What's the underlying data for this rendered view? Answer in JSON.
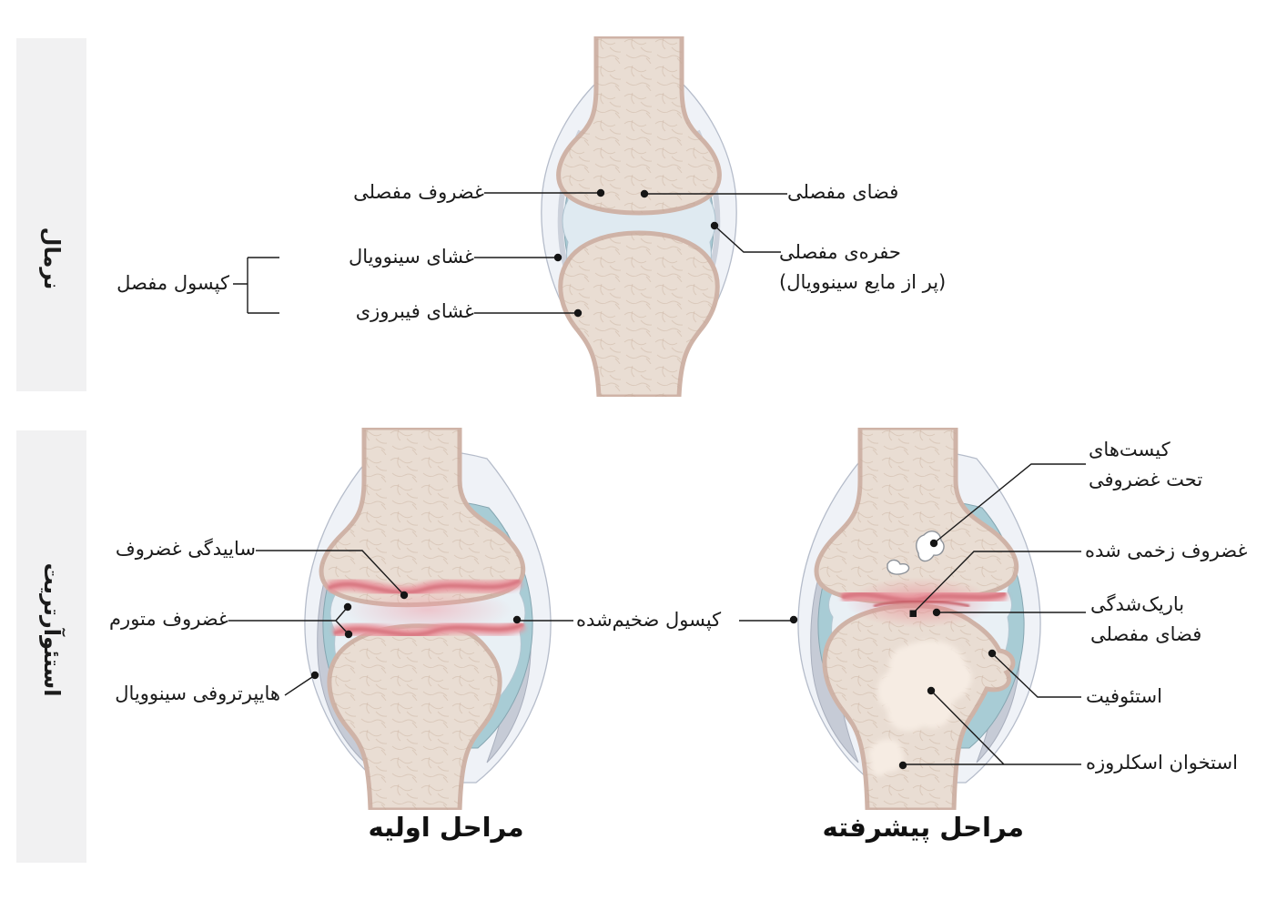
{
  "sidebar": {
    "normal_label": "نرمال",
    "oa_label": "استئوآرتریت"
  },
  "normal_section": {
    "labels": {
      "articular_cartilage": "غضروف مفصلی",
      "synovial_membrane": "غشای سینوویال",
      "fibrous_membrane": "غشای فیبروزی",
      "joint_capsule": "کپسول مفصل",
      "joint_space": "فضای مفصلی",
      "joint_cavity_line1": "حفره‌ی مفصلی",
      "joint_cavity_line2": "(پر از مایع سینوویال)"
    }
  },
  "oa_section": {
    "early": {
      "labels": {
        "cartilage_wear": "ساییدگی غضروف",
        "swollen_cartilage": "غضروف متورم",
        "synovial_hypertrophy": "هایپرتروفی سینوویال"
      },
      "caption": "مراحل اولیه"
    },
    "shared": {
      "thickened_capsule": "کپسول ضخیم‌شده"
    },
    "advanced": {
      "labels": {
        "subchondral_cysts_line1": "کیست‌های",
        "subchondral_cysts_line2": "تحت غضروفی",
        "damaged_cartilage": "غضروف زخمی شده",
        "space_narrowing_line1": "باریک‌شدگی",
        "space_narrowing_line2": "فضای مفصلی",
        "osteophyte": "استئوفیت",
        "sclerotic_bone": "استخوان اسکلروزه"
      },
      "caption": "مراحل پیشرفته"
    }
  },
  "colors": {
    "strip-bg": "#f1f1f2",
    "text": "#1b1b1b",
    "line": "#1a1a1a",
    "capsule": "#eff2f7",
    "capsule-stroke": "#b5bcca",
    "membrane": "#c6cbd6",
    "fluid": "#a8ccd5",
    "fluid-stroke": "#86a6b1",
    "cartilage": "#dfeaf1",
    "cartilage-oa": "#e9f0f5",
    "bone": "#e9ddd3",
    "bone-stroke": "#cfb3a7",
    "inflame": "#e8949d",
    "inflame-deep": "#d97983",
    "cyst": "#ffffff",
    "sclerosis": "#f6ece3"
  }
}
